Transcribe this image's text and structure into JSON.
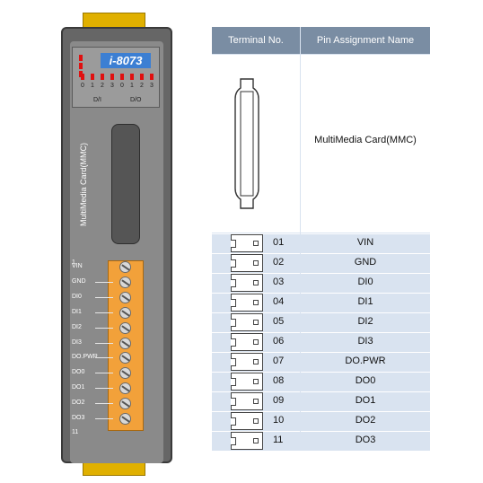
{
  "device": {
    "model": "i-8073",
    "led_numbers": [
      "0",
      "1",
      "2",
      "3",
      "0",
      "1",
      "2",
      "3"
    ],
    "di_label": "D/I",
    "do_label": "D/O",
    "slot_label": "MultiMedia Card(MMC)",
    "pin_first": "1",
    "pin_last": "11",
    "pin_labels": [
      "VIN",
      "GND",
      "DI0",
      "DI1",
      "DI2",
      "DI3",
      "DO.PWR",
      "DO0",
      "DO1",
      "DO2",
      "DO3"
    ],
    "colors": {
      "body": "#666666",
      "rail": "#e0b000",
      "terminal_block": "#f2a13a",
      "led": "#e01010",
      "brand_bg": "#3c7fd3"
    }
  },
  "table": {
    "headers": [
      "Terminal No.",
      "Pin Assignment Name"
    ],
    "card_name": "MultiMedia Card(MMC)",
    "rows": [
      {
        "num": "01",
        "name": "VIN"
      },
      {
        "num": "02",
        "name": "GND"
      },
      {
        "num": "03",
        "name": "DI0"
      },
      {
        "num": "04",
        "name": "DI1"
      },
      {
        "num": "05",
        "name": "DI2"
      },
      {
        "num": "06",
        "name": "DI3"
      },
      {
        "num": "07",
        "name": "DO.PWR"
      },
      {
        "num": "08",
        "name": "DO0"
      },
      {
        "num": "09",
        "name": "DO1"
      },
      {
        "num": "10",
        "name": "DO2"
      },
      {
        "num": "11",
        "name": "DO3"
      }
    ],
    "colors": {
      "header": "#7a8da3",
      "row": "#d9e3f0"
    }
  }
}
